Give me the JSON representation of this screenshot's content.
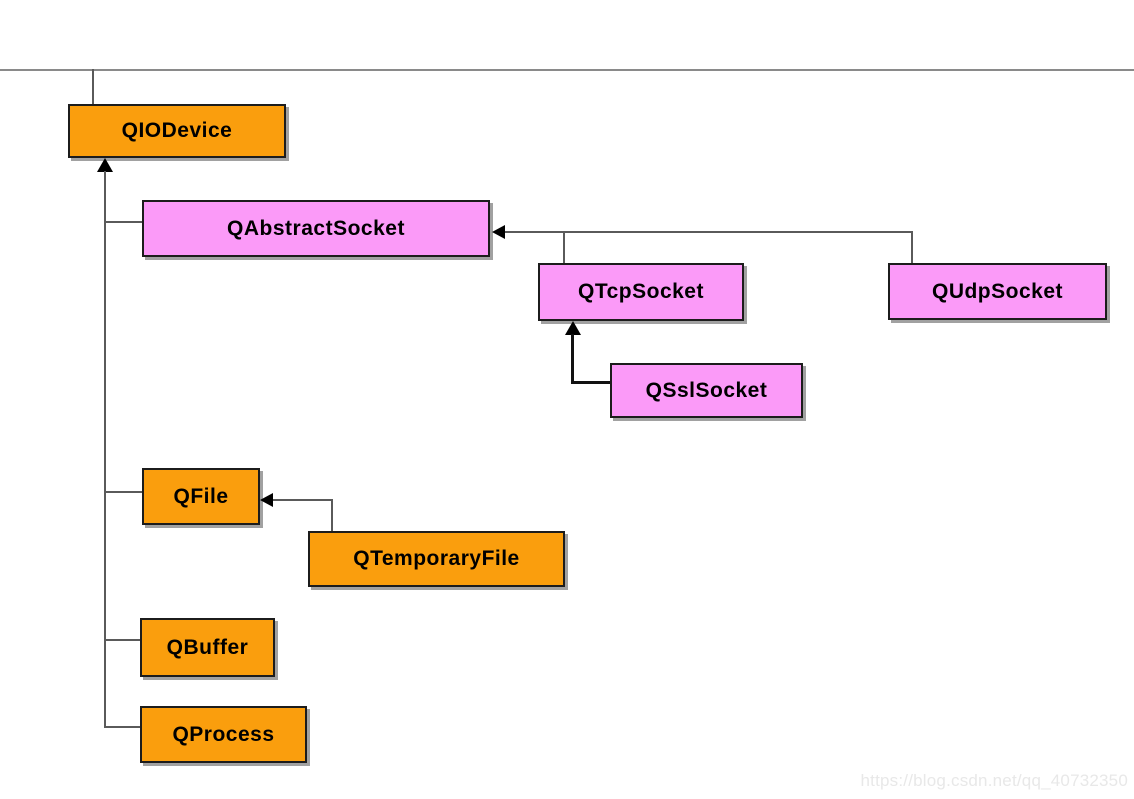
{
  "diagram": {
    "type": "class-inheritance-hierarchy",
    "root": "QIODevice",
    "nodes": [
      {
        "id": "qiodevice",
        "label": "QIODevice",
        "color": "#FA9E0D",
        "parent": null
      },
      {
        "id": "qabstractsocket",
        "label": "QAbstractSocket",
        "color": "#FB9AF8",
        "parent": "QIODevice"
      },
      {
        "id": "qtcpsocket",
        "label": "QTcpSocket",
        "color": "#FB9AF8",
        "parent": "QAbstractSocket"
      },
      {
        "id": "qudpsocket",
        "label": "QUdpSocket",
        "color": "#FB9AF8",
        "parent": "QAbstractSocket"
      },
      {
        "id": "qsslsocket",
        "label": "QSslSocket",
        "color": "#FB9AF8",
        "parent": "QTcpSocket"
      },
      {
        "id": "qfile",
        "label": "QFile",
        "color": "#FA9E0D",
        "parent": "QIODevice"
      },
      {
        "id": "qtemporaryfile",
        "label": "QTemporaryFile",
        "color": "#FA9E0D",
        "parent": "QFile"
      },
      {
        "id": "qbuffer",
        "label": "QBuffer",
        "color": "#FA9E0D",
        "parent": "QIODevice"
      },
      {
        "id": "qprocess",
        "label": "QProcess",
        "color": "#FA9E0D",
        "parent": "QIODevice"
      }
    ],
    "colors": {
      "orange_class": "#FA9E0D",
      "violet_class": "#FB9AF8",
      "box_border": "#1c1c1c",
      "connector_gray": "#5a5a5a",
      "connector_black": "#111111",
      "top_rule": "#8a8a8a",
      "arrowhead": "#000000",
      "watermark_text_color": "#e8e8e8"
    }
  },
  "watermark": {
    "text": "https://blog.csdn.net/qq_40732350"
  }
}
